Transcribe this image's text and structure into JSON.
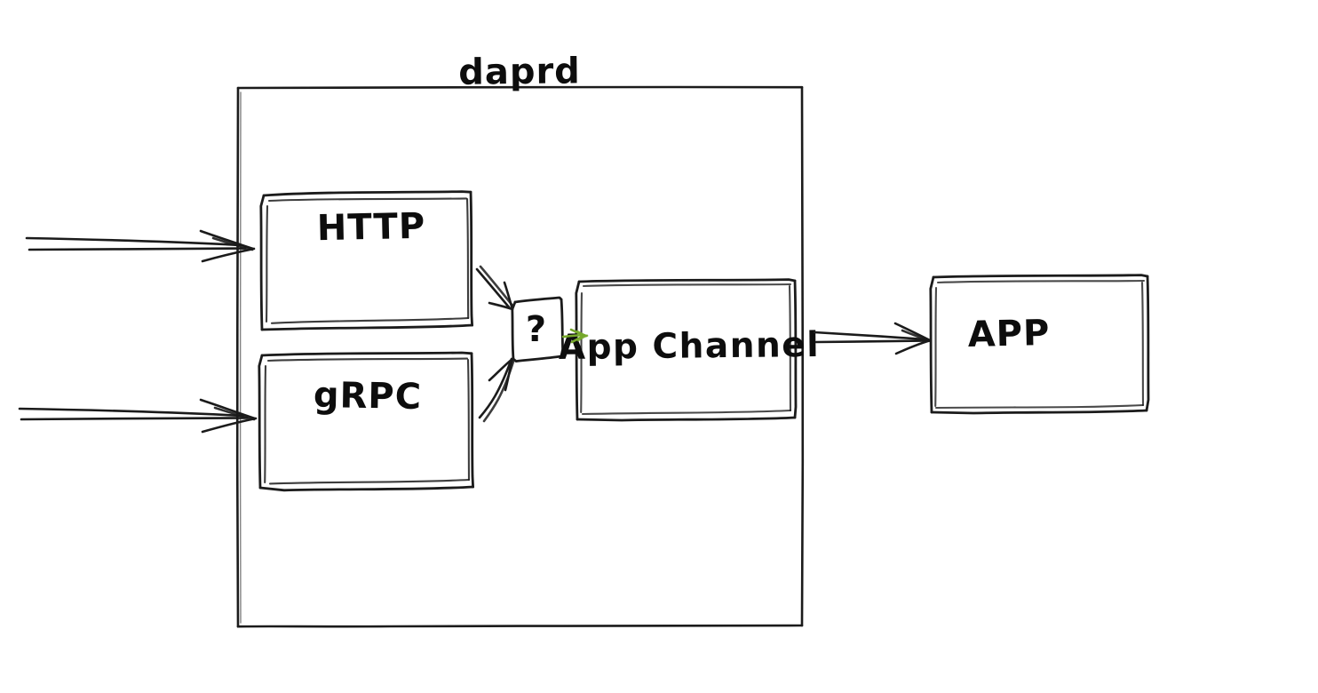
{
  "diagram": {
    "title": "daprd",
    "style": "hand-drawn sketch",
    "background_color": "#ffffff",
    "stroke_color": "#1b1b1b",
    "accent_color": "#76a82a",
    "container": {
      "label": "daprd",
      "name": "daprd-container"
    },
    "nodes": [
      {
        "id": "http",
        "label": "HTTP",
        "shape": "rectangle"
      },
      {
        "id": "grpc",
        "label": "gRPC",
        "shape": "rectangle"
      },
      {
        "id": "decision",
        "label": "?",
        "shape": "rectangle"
      },
      {
        "id": "app_channel",
        "label": "App Channel",
        "shape": "rectangle"
      },
      {
        "id": "app",
        "label": "APP",
        "shape": "rectangle"
      }
    ],
    "edges": [
      {
        "id": "in-http",
        "from": "external",
        "to": "http",
        "color": "#1b1b1b",
        "label": ""
      },
      {
        "id": "in-grpc",
        "from": "external",
        "to": "grpc",
        "color": "#1b1b1b",
        "label": ""
      },
      {
        "id": "http-decision",
        "from": "http",
        "to": "decision",
        "color": "#1b1b1b",
        "label": ""
      },
      {
        "id": "grpc-decision",
        "from": "grpc",
        "to": "decision",
        "color": "#1b1b1b",
        "label": ""
      },
      {
        "id": "decision-channel",
        "from": "decision",
        "to": "app_channel",
        "color": "#76a82a",
        "label": ""
      },
      {
        "id": "daprd-app",
        "from": "daprd",
        "to": "app",
        "color": "#1b1b1b",
        "label": ""
      }
    ]
  }
}
